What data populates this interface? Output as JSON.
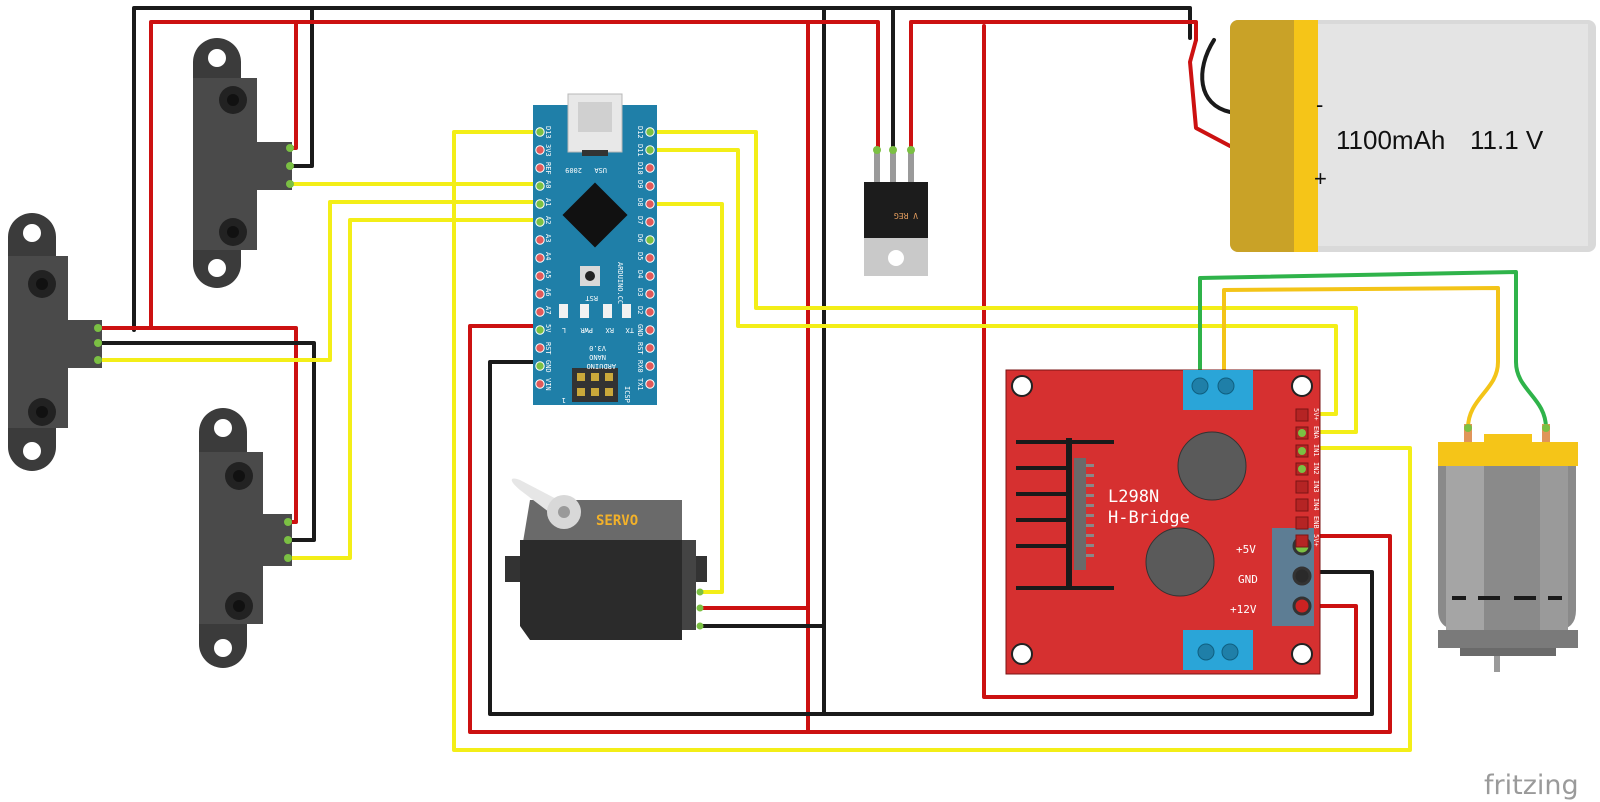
{
  "colors": {
    "wire_red": "#cc1111",
    "wire_black": "#1a1a1a",
    "wire_yellow": "#f3ee18",
    "wire_green": "#2fb34a",
    "arduino_blue": "#1f7fa8",
    "hbridge_red": "#d63030",
    "battery_gold": "#c9a227",
    "battery_body": "#d9d9d9",
    "motor_gray": "#8a8a8a"
  },
  "arduino_nano": {
    "left_pins": [
      "D13",
      "3V3",
      "REF",
      "A0",
      "A1",
      "A2",
      "A3",
      "A4",
      "A5",
      "A6",
      "A7",
      "5V",
      "RST",
      "GND",
      "VIN"
    ],
    "right_pins": [
      "D12",
      "D11",
      "D10",
      "D9",
      "D8",
      "D7",
      "D6",
      "D5",
      "D4",
      "D3",
      "D2",
      "GND",
      "RST",
      "RX0",
      "TX1"
    ],
    "board_text": [
      "ARDUINO",
      "NANO",
      "V3.0"
    ],
    "usa": "USA",
    "year": "2009",
    "rst": "RST",
    "cc": "ARDUINO.CC",
    "leds": [
      "L",
      "PWR",
      "RX",
      "TX"
    ],
    "icsp": "ICSP",
    "one": "1"
  },
  "servo": {
    "label": "SERVO"
  },
  "regulator": {
    "label": "V REG"
  },
  "battery": {
    "capacity": "1100mAh",
    "voltage": "11.1 V",
    "minus": "-",
    "plus": "+"
  },
  "hbridge": {
    "title_line1": "L298N",
    "title_line2": "H-Bridge",
    "power_pins": [
      "+5V",
      "GND",
      "+12V"
    ],
    "header_pins": [
      "5V+",
      "ENA",
      "IN1",
      "IN2",
      "IN3",
      "IN4",
      "ENB",
      "5V+"
    ]
  },
  "logo": {
    "text": "fritzing"
  }
}
